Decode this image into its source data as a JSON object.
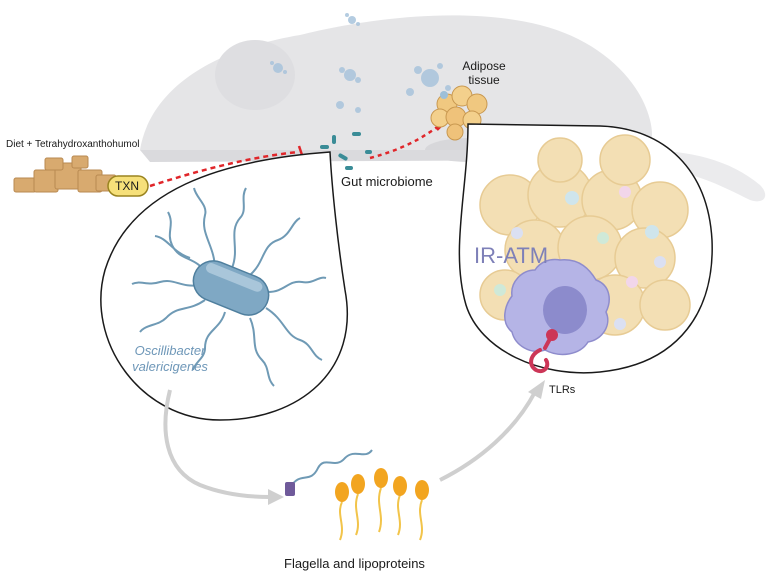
{
  "labels": {
    "diet": "Diet + Tetrahydroxanthohumol",
    "txn": "TXN",
    "gut_microbiome": "Gut microbiome",
    "adipose_line1": "Adipose",
    "adipose_line2": "tissue",
    "species_line1": "Oscillibacter",
    "species_line2": "valericigenes",
    "ir_atm": "IR-ATM",
    "tlrs": "TLRs",
    "flagella": "Flagella and lipoproteins"
  },
  "colors": {
    "mouse_body": "#e4e4e6",
    "inhibit_line": "#e0262a",
    "bacterium": "#7fa8c4",
    "flagella": "#6f9ab5",
    "macrophage": "#b5b4e6",
    "nucleus": "#8c8bcc",
    "receptor": "#cc3657",
    "lipoprotein_head": "#f2a520",
    "adipocyte": "#f3deb0",
    "food_block": "#d9ad74",
    "arrow": "#c8c8c8"
  }
}
